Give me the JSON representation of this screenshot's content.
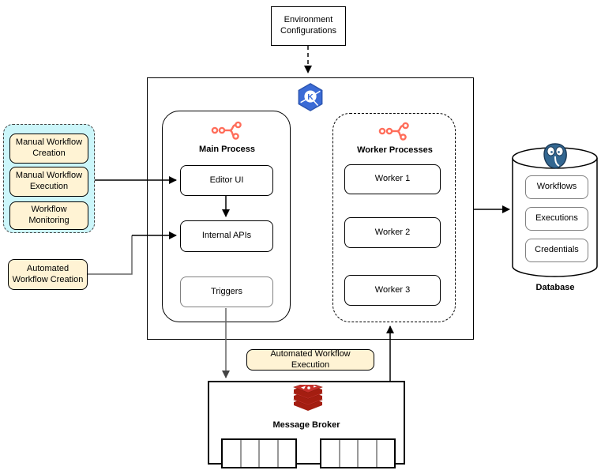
{
  "nodes": {
    "environment": {
      "label": "Environment Configurations"
    },
    "cluster": {
      "platform_icon": "keda-kubernetes-hexagon-icon",
      "main_process": {
        "icon": "n8n-nodes-icon",
        "title": "Main Process",
        "children": [
          "Editor UI",
          "Internal APIs",
          "Triggers"
        ]
      },
      "worker_processes": {
        "icon": "n8n-nodes-icon",
        "title": "Worker Processes",
        "children": [
          "Worker 1",
          "Worker 2",
          "Worker 3"
        ]
      }
    },
    "manual_group": {
      "items": [
        "Manual Workflow Creation",
        "Manual Workflow Execution",
        "Workflow Monitoring"
      ]
    },
    "automated_creation": {
      "label": "Automated Workflow Creation"
    },
    "edge_label_automated_execution": {
      "label": "Automated Workflow Execution"
    },
    "message_broker": {
      "icon": "redis-icon",
      "title": "Message Broker",
      "queue_count": 2,
      "cells_per_queue": 4
    },
    "database": {
      "icon": "postgresql-icon",
      "label": "Database",
      "tables": [
        "Workflows",
        "Executions",
        "Credentials"
      ]
    }
  },
  "colors": {
    "highlight_fill": "#FFF3D4",
    "group_fill": "#CCF6FA",
    "accent_coral": "#FF6D5A",
    "keda_blue": "#3B6BD6",
    "redis_red": "#C6302B",
    "redis_dark_red": "#A41E11",
    "postgres_blue": "#336791",
    "gray_stroke": "#666666"
  }
}
